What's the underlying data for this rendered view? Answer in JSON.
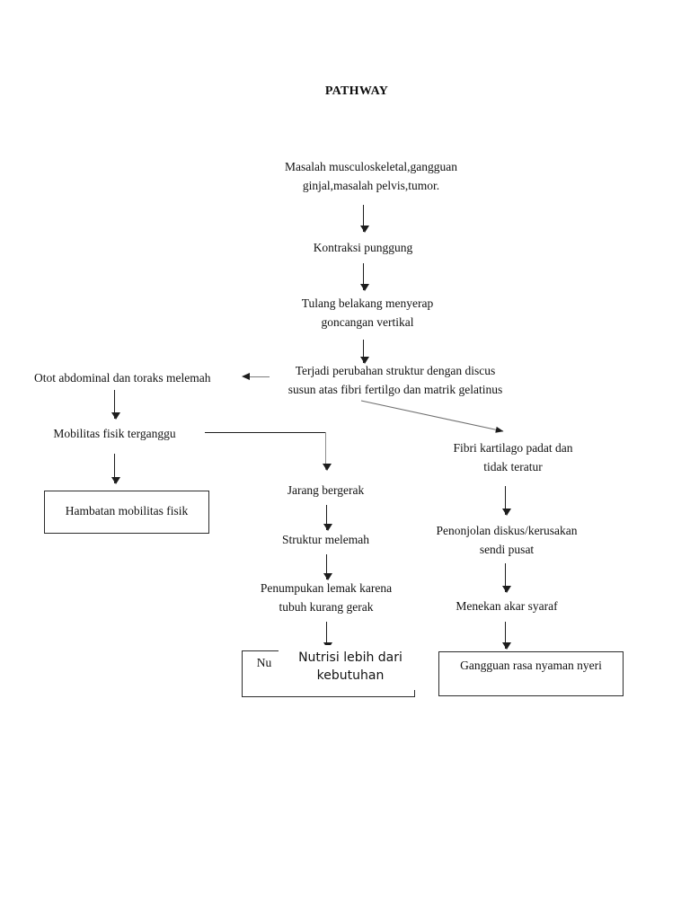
{
  "document": {
    "title": "PATHWAY",
    "page_background": "#ffffff",
    "text_color": "#121212",
    "stroke_color": "#1d1d1d"
  },
  "nodes": {
    "root": "Masalah musculoskeletal,gangguan\nginjal,masalah pelvis,tumor.",
    "kontraksi": "Kontraksi punggung",
    "tulang": "Tulang belakang menyerap\ngoncangan vertikal",
    "perubahan": "Terjadi perubahan struktur dengan discus\nsusun atas fibri fertilgo dan matrik gelatinus",
    "otot": "Otot abdominal dan toraks melemah",
    "mobilitas": "Mobilitas fisik terganggu",
    "jarang": "Jarang bergerak",
    "struktur": "Struktur melemah",
    "penumpukan": "Penumpukan lemak karena\ntubuh kurang gerak",
    "fibri": "Fibri kartilago padat dan\ntidak teratur",
    "penonjolan": "Penonjolan diskus/kerusakan\nsendi pusat",
    "menekan": "Menekan akar syaraf"
  },
  "outcome_boxes": [
    {
      "id": "hambatan-mobilitas-fisik",
      "label": "Hambatan mobilitas fisik"
    },
    {
      "id": "nutrisi-occluded",
      "label": "Nu"
    },
    {
      "id": "nutrisi-lebih-dari-kebutuhan",
      "label": "Nutrisi lebih dari\nkebutuhan"
    },
    {
      "id": "gangguan-rasa-nyaman-nyeri",
      "label": "Gangguan rasa nyaman nyeri"
    }
  ],
  "connectors": {
    "root_to_kontraksi": "arrow-down",
    "kontraksi_to_tulang": "arrow-down",
    "tulang_to_perubahan": "arrow-down",
    "perubahan_to_otot": "arrow-left",
    "perubahan_to_fibri": "arrow-diagonal-down-right",
    "otot_to_mobilitas": "arrow-down",
    "mobilitas_to_hambatan": "arrow-down",
    "mobilitas_to_jarang": "elbow-right-down",
    "jarang_to_struktur": "arrow-down",
    "struktur_to_penumpukan": "arrow-down",
    "penumpukan_to_nutrisi": "arrow-down",
    "fibri_to_penonjolan": "arrow-down",
    "penonjolan_to_menekan": "arrow-down",
    "menekan_to_gangguan": "arrow-down"
  }
}
